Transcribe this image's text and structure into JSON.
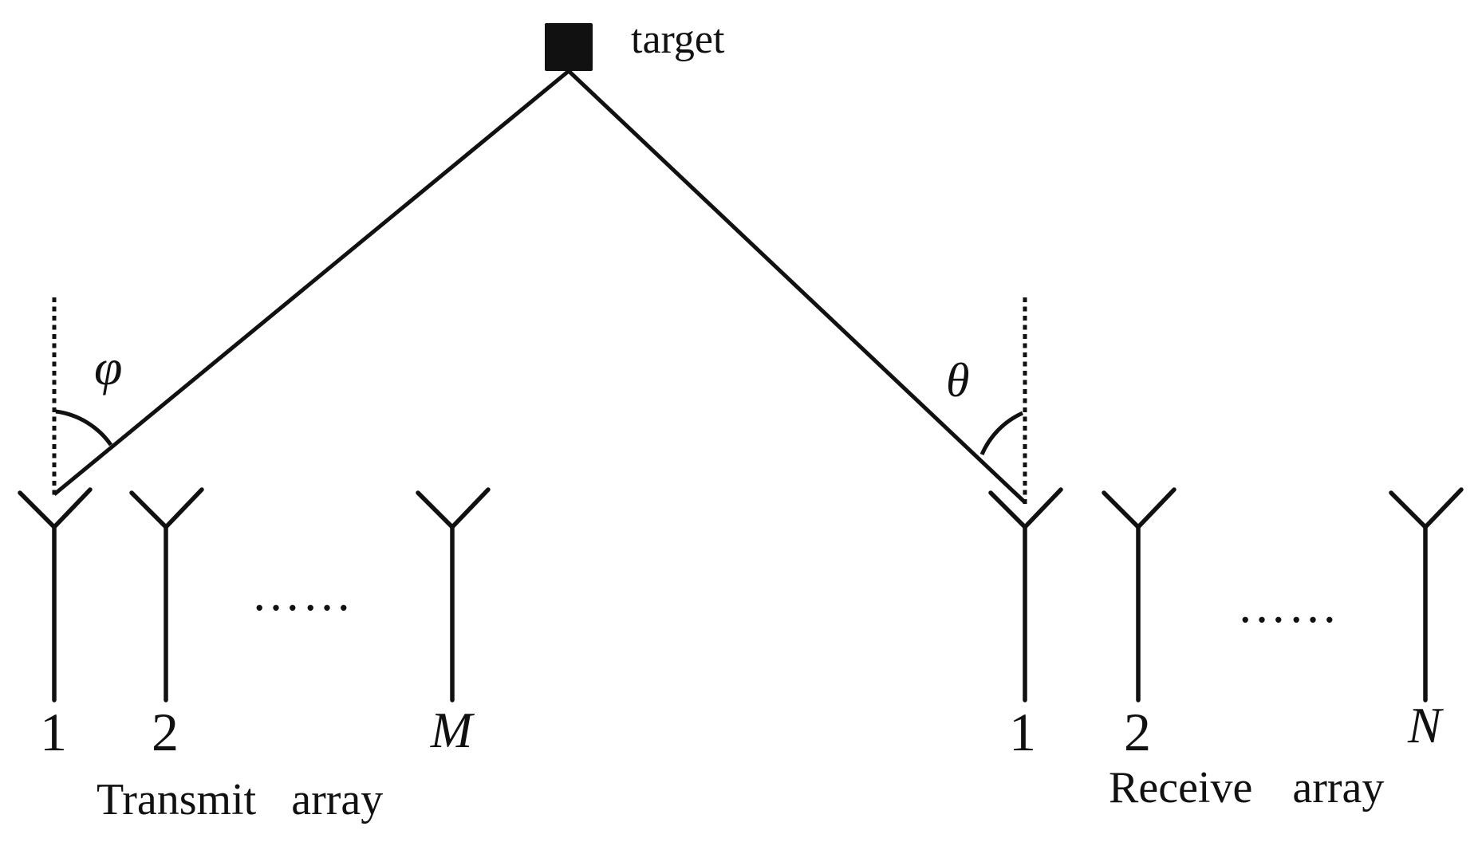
{
  "diagram": {
    "target": {
      "label": "target"
    },
    "angles": {
      "transmit_angle_symbol": "φ",
      "receive_angle_symbol": "θ"
    },
    "transmit_array": {
      "caption": "Transmit array",
      "element_labels": [
        "1",
        "2",
        "M"
      ],
      "ellipsis": "……"
    },
    "receive_array": {
      "caption": "Receive array",
      "element_labels": [
        "1",
        "2",
        "N"
      ],
      "ellipsis": "……"
    },
    "colors": {
      "ink": "#111111",
      "background": "#ffffff"
    }
  }
}
